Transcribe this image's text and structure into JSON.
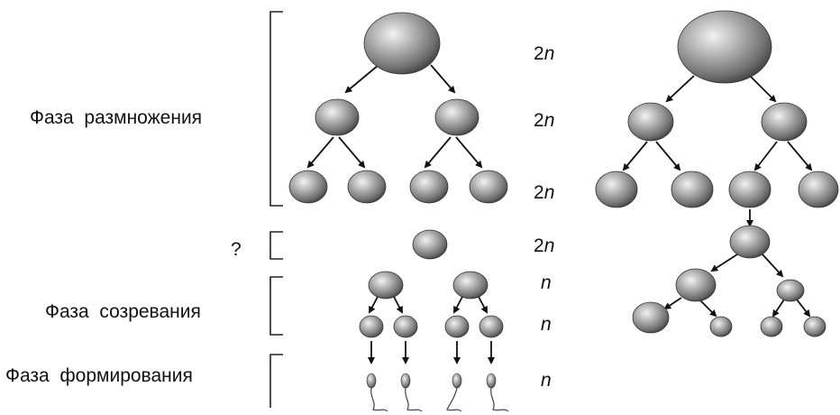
{
  "phases": {
    "reproduction": "Фаза  размножения",
    "unknown": "?",
    "maturation": "Фаза  созревания",
    "formation": "Фаза  формирования"
  },
  "ploidy": {
    "row1": {
      "num": "2",
      "n": "n"
    },
    "row2": {
      "num": "2",
      "n": "n"
    },
    "row3": {
      "num": "2",
      "n": "n"
    },
    "row4": {
      "num": "2",
      "n": "n"
    },
    "row5": {
      "num": "",
      "n": "n"
    },
    "row6": {
      "num": "",
      "n": "n"
    },
    "row7": {
      "num": "",
      "n": "n"
    }
  },
  "colors": {
    "cell_light": "#d8d8d8",
    "cell_mid": "#8a8a8a",
    "cell_dark": "#3a3a3a",
    "line": "#111111"
  }
}
